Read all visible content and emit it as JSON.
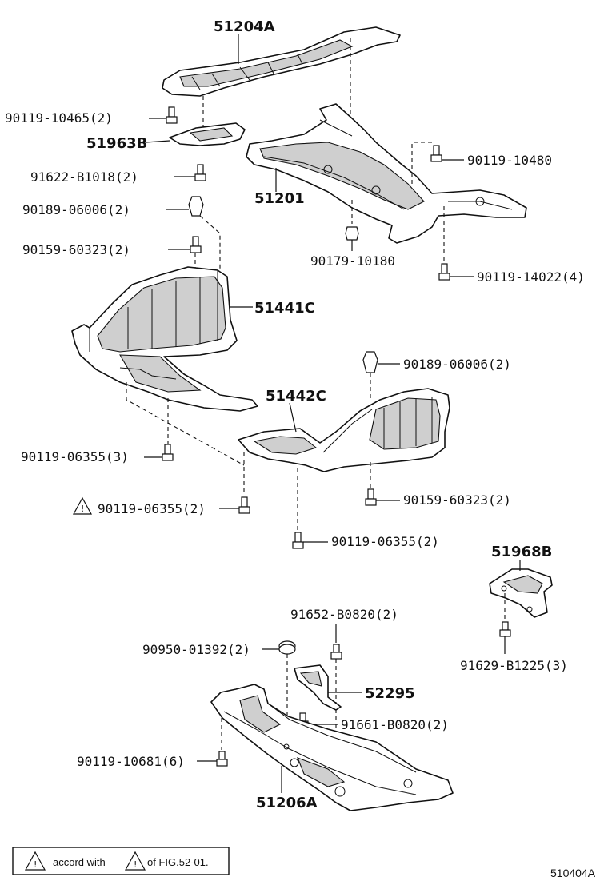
{
  "labels": {
    "p51204A": "51204A",
    "p90119_10465": "90119-10465(2)",
    "p51963B": "51963B",
    "p91622_B1018": "91622-B1018(2)",
    "p90189_06006_a": "90189-06006(2)",
    "p90159_60323_a": "90159-60323(2)",
    "p51201": "51201",
    "p90119_10480": "90119-10480",
    "p90179_10180": "90179-10180",
    "p90119_14022": "90119-14022(4)",
    "p51441C": "51441C",
    "p90189_06006_b": "90189-06006(2)",
    "p51442C": "51442C",
    "p90119_06355_a": "90119-06355(3)",
    "p90119_06355_b": "90119-06355(2)",
    "p90159_60323_b": "90159-60323(2)",
    "p90119_06355_c": "90119-06355(2)",
    "p51968B": "51968B",
    "p91652_B0820": "91652-B0820(2)",
    "p90950_01392": "90950-01392(2)",
    "p91629_B1225": "91629-B1225(3)",
    "p52295": "52295",
    "p91661_B0820": "91661-B0820(2)",
    "p90119_10681": "90119-10681(6)",
    "p51206A": "51206A"
  },
  "legend": {
    "text1": "accord with",
    "text2": "of FIG.52-01."
  },
  "figure_id": "510404A"
}
